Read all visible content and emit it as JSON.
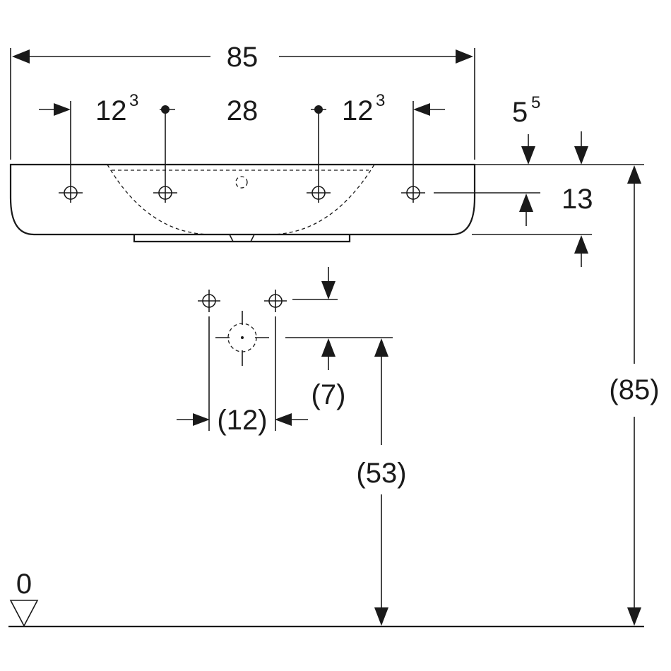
{
  "dimensions": {
    "overall_width": "85",
    "tap_hole_outer_left_base": "12",
    "tap_hole_outer_left_sup": "3",
    "tap_hole_spacing": "28",
    "tap_hole_outer_right_base": "12",
    "tap_hole_outer_right_sup": "3",
    "rim_drop_base": "5",
    "rim_drop_sup": "5",
    "basin_height": "13",
    "waste_hole_spacing": "(12)",
    "waste_offset": "(7)",
    "waste_height": "(53)",
    "rim_height": "(85)",
    "floor_level": "0"
  }
}
